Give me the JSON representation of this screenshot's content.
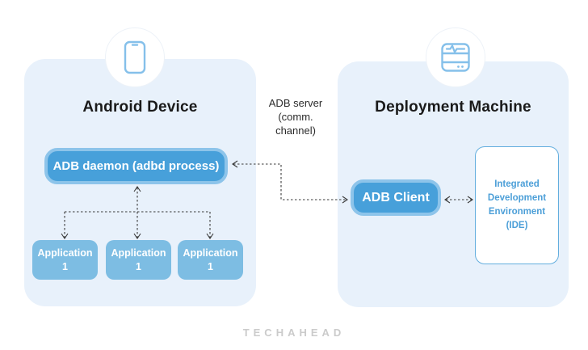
{
  "diagram": {
    "left_panel": {
      "title": "Android Device",
      "daemon_label": "ADB daemon (adbd process)",
      "applications": [
        {
          "label": "Application 1"
        },
        {
          "label": "Application 1"
        },
        {
          "label": "Application 1"
        }
      ]
    },
    "right_panel": {
      "title": "Deployment Machine",
      "client_label": "ADB Client",
      "ide_label": "Integrated Development Environment (IDE)"
    },
    "connector_label": "ADB server (comm. channel)",
    "footer_logo": "TECHAHEAD",
    "colors": {
      "panel_bg": "#e8f1fb",
      "pill_bg": "#47a0da",
      "pill_rim": "#8dc4ea",
      "app_bg": "#7dbde3",
      "ide_border": "#63aede",
      "ide_text": "#4c9fd8",
      "icon_stroke": "#85c0ea",
      "arrow": "#3a3a3a",
      "title_text": "#1a1a1a",
      "logo_gray": "#cbcbcb"
    }
  }
}
